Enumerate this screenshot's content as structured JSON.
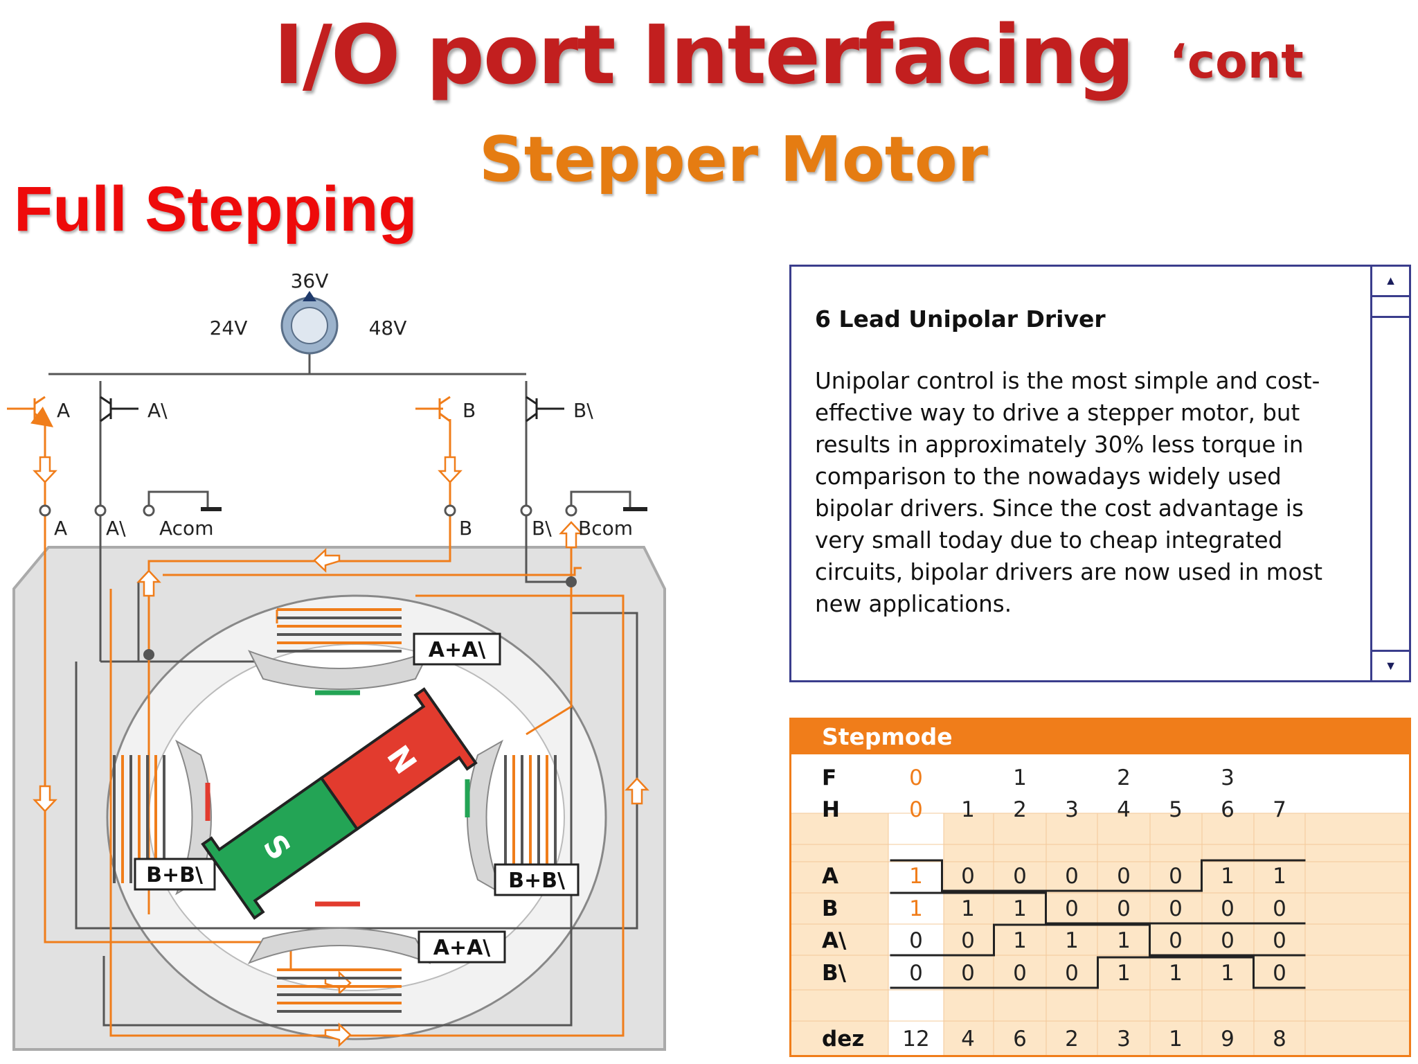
{
  "slide": {
    "title": "I/O port Interfacing",
    "title_suffix": "‘cont",
    "subtitle": "Stepper Motor",
    "section": "Full Stepping"
  },
  "diagram": {
    "voltages": [
      "36V",
      "24V",
      "48V"
    ],
    "transistors": [
      "A",
      "A\\",
      "B",
      "B\\"
    ],
    "terminals": [
      "A",
      "A\\",
      "Acom",
      "B",
      "B\\",
      "Bcom"
    ],
    "coil_labels": [
      "A+A\\",
      "B+B\\",
      "B+B\\",
      "A+A\\"
    ],
    "rotor": {
      "north": "N",
      "south": "S"
    },
    "colors": {
      "current": "#f07d1a",
      "wire": "#555555",
      "rotor_north": "#e23b2e",
      "rotor_south": "#23a455"
    }
  },
  "driver": {
    "heading": "6 Lead Unipolar Driver",
    "text": "Unipolar control is the most simple and cost-effective way to drive a stepper motor, but results in approximately 30% less torque in comparison to the nowadays widely used bipolar drivers. Since the cost advantage is very small today due to cheap integrated circuits, bipolar drivers are now used in most new applications."
  },
  "stepmode": {
    "header": "Stepmode",
    "row_labels": [
      "F",
      "H",
      "A",
      "B",
      "A\\",
      "B\\",
      "dez"
    ],
    "F": [
      "0",
      "1",
      "2",
      "3"
    ],
    "H": [
      "0",
      "1",
      "2",
      "3",
      "4",
      "5",
      "6",
      "7"
    ],
    "A": [
      "1",
      "0",
      "0",
      "0",
      "0",
      "0",
      "1",
      "1"
    ],
    "B": [
      "1",
      "1",
      "1",
      "0",
      "0",
      "0",
      "0",
      "0"
    ],
    "A\\": [
      "0",
      "0",
      "1",
      "1",
      "1",
      "0",
      "0",
      "0"
    ],
    "B\\": [
      "0",
      "0",
      "0",
      "0",
      "1",
      "1",
      "1",
      "0"
    ],
    "dez": [
      "12",
      "4",
      "6",
      "2",
      "3",
      "1",
      "9",
      "8"
    ]
  }
}
